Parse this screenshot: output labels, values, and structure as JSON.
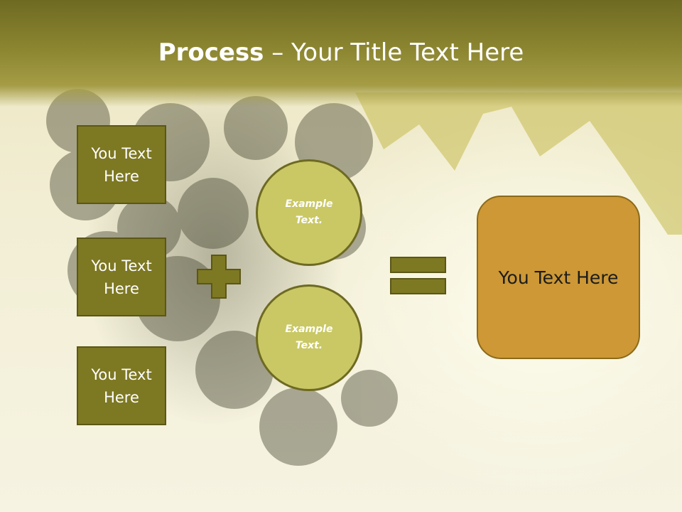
{
  "title": {
    "strong": "Process",
    "rest": " – Your Title Text Here"
  },
  "inputs": [
    {
      "label": "You Text\nHere"
    },
    {
      "label": "You Text\nHere"
    },
    {
      "label": "You Text\nHere"
    }
  ],
  "examples": [
    {
      "label": "Example\nText."
    },
    {
      "label": "Example\nText."
    }
  ],
  "result": {
    "label": "You Text Here"
  },
  "colors": {
    "box": "#7d7822",
    "circle": "#c9c865",
    "result": "#cd9835",
    "header": "#8b8530"
  }
}
